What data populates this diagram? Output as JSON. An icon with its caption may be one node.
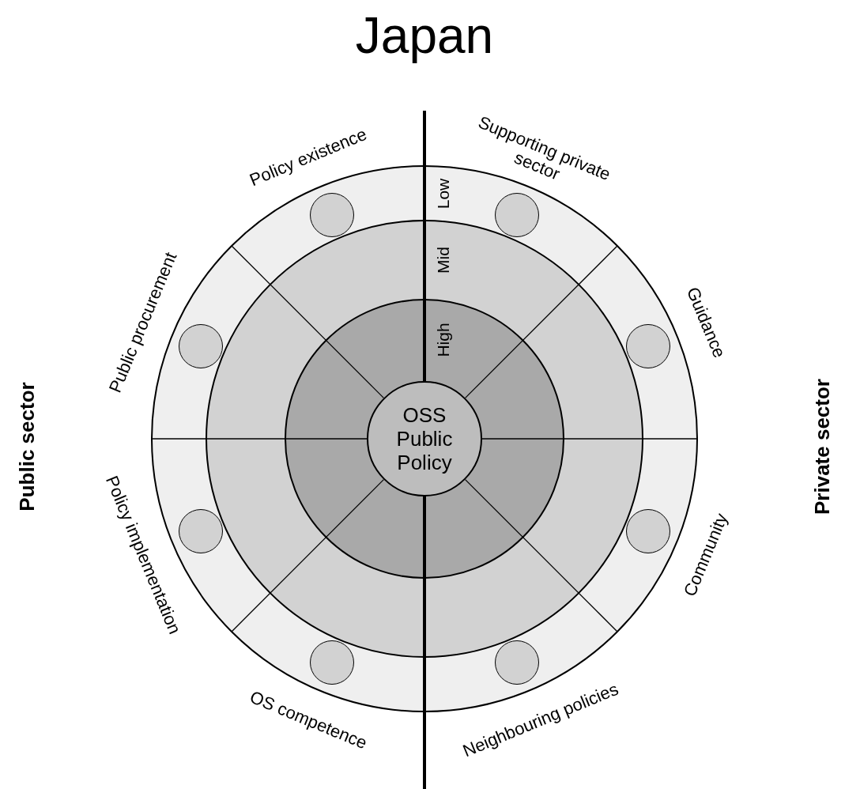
{
  "diagram": {
    "title": "Japan",
    "nodes": [
      {
        "text": [
          "OSS Public Policy"
        ]
      },
      {
        "text": [],
        "shape": "circle",
        "beside": [
          "Policy existence"
        ]
      },
      {
        "text": [],
        "shape": "circle",
        "beside": [
          "Supporting private sector"
        ]
      },
      {
        "text": [],
        "shape": "circle",
        "beside": [
          "Guidance"
        ]
      },
      {
        "text": [],
        "shape": "circle",
        "beside": [
          "Community"
        ]
      },
      {
        "text": [],
        "shape": "circle",
        "beside": [
          "Neighbouring policies"
        ]
      },
      {
        "text": [],
        "shape": "circle",
        "beside": [
          "OS competence"
        ]
      },
      {
        "text": [],
        "shape": "circle",
        "beside": [
          "Policy implementation"
        ]
      },
      {
        "text": [],
        "shape": "circle",
        "beside": [
          "Public procurement"
        ]
      }
    ],
    "edges": [],
    "labels": [
      "Low",
      "Mid",
      "High",
      "Public sector",
      "Private sector"
    ]
  }
}
